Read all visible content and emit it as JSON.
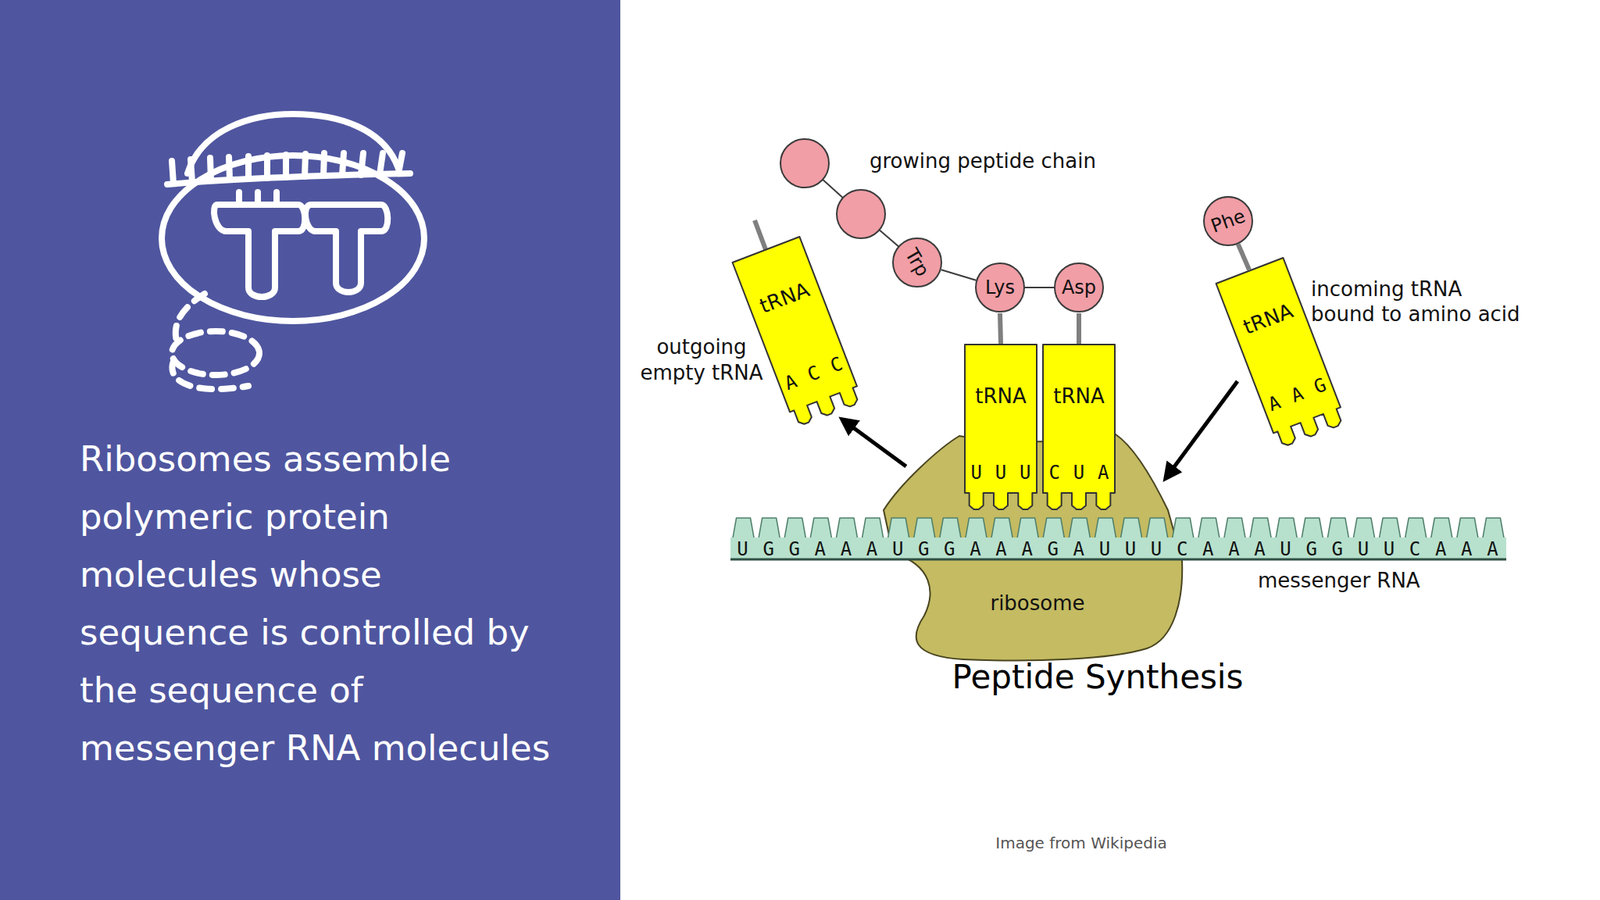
{
  "diagram": {
    "title": "Peptide Synthesis",
    "caption": "Image from Wikipedia",
    "nodes": [
      {
        "text": [
          "Trp"
        ]
      },
      {
        "text": [
          "Lys"
        ]
      },
      {
        "text": [
          "Asp"
        ]
      },
      {
        "text": [
          "Phe"
        ]
      },
      {
        "text": [
          "tRNA",
          "A C C"
        ]
      },
      {
        "text": [
          "tRNA",
          "U U U"
        ]
      },
      {
        "text": [
          "tRNA",
          "C U A"
        ]
      },
      {
        "text": [
          "tRNA",
          "A A G"
        ]
      },
      {
        "text": [
          "ribosome"
        ]
      },
      {
        "text": [
          "U G G A A A U G G A A A G A U U U C A A A U G G U U C A A A"
        ]
      }
    ],
    "edges": [
      {
        "from": 0,
        "to": 1,
        "arrow": "none"
      },
      {
        "from": 1,
        "to": 2,
        "arrow": "none"
      },
      {
        "from": 1,
        "to": 5,
        "arrow": "none"
      },
      {
        "from": 2,
        "to": 6,
        "arrow": "none"
      },
      {
        "from": 3,
        "to": 7,
        "arrow": "none"
      },
      {
        "from": 8,
        "to": 4,
        "arrow": "to"
      },
      {
        "from": 7,
        "to": 8,
        "arrow": "to"
      }
    ],
    "labels": [
      "Ribosomes assemble polymeric protein molecules whose sequence is controlled by the sequence of messenger RNA molecules",
      "growing peptide chain",
      "outgoing empty tRNA",
      "incoming tRNA bound to amino acid",
      "messenger RNA"
    ]
  }
}
